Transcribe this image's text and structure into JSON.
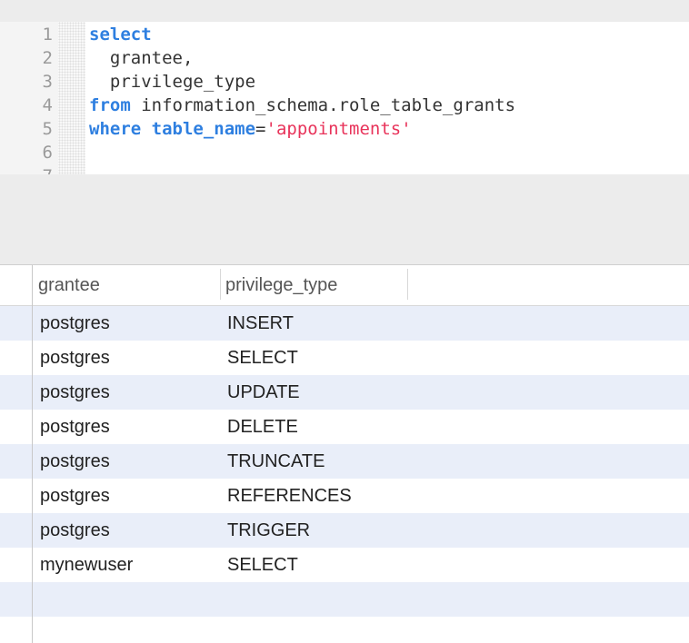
{
  "editor": {
    "line_numbers": [
      "1",
      "2",
      "3",
      "4",
      "5",
      "6",
      "7"
    ],
    "lines": [
      [
        {
          "t": "select",
          "k": "kw"
        }
      ],
      [
        {
          "t": "  grantee,",
          "k": "plain"
        }
      ],
      [
        {
          "t": "  privilege_type",
          "k": "plain"
        }
      ],
      [
        {
          "t": "from",
          "k": "kw"
        },
        {
          "t": " information_schema.role_table_grants",
          "k": "plain"
        }
      ],
      [
        {
          "t": "where",
          "k": "kw"
        },
        {
          "t": " ",
          "k": "plain"
        },
        {
          "t": "table_name",
          "k": "kw"
        },
        {
          "t": "=",
          "k": "plain"
        },
        {
          "t": "'appointments'",
          "k": "str"
        }
      ],
      [],
      []
    ]
  },
  "results": {
    "columns": [
      "grantee",
      "privilege_type"
    ],
    "rows": [
      [
        "postgres",
        "INSERT"
      ],
      [
        "postgres",
        "SELECT"
      ],
      [
        "postgres",
        "UPDATE"
      ],
      [
        "postgres",
        "DELETE"
      ],
      [
        "postgres",
        "TRUNCATE"
      ],
      [
        "postgres",
        "REFERENCES"
      ],
      [
        "postgres",
        "TRIGGER"
      ],
      [
        "mynewuser",
        "SELECT"
      ]
    ]
  },
  "colors": {
    "keyword": "#2e7fe0",
    "string": "#e8335a",
    "row_alt": "#e9eef9"
  }
}
